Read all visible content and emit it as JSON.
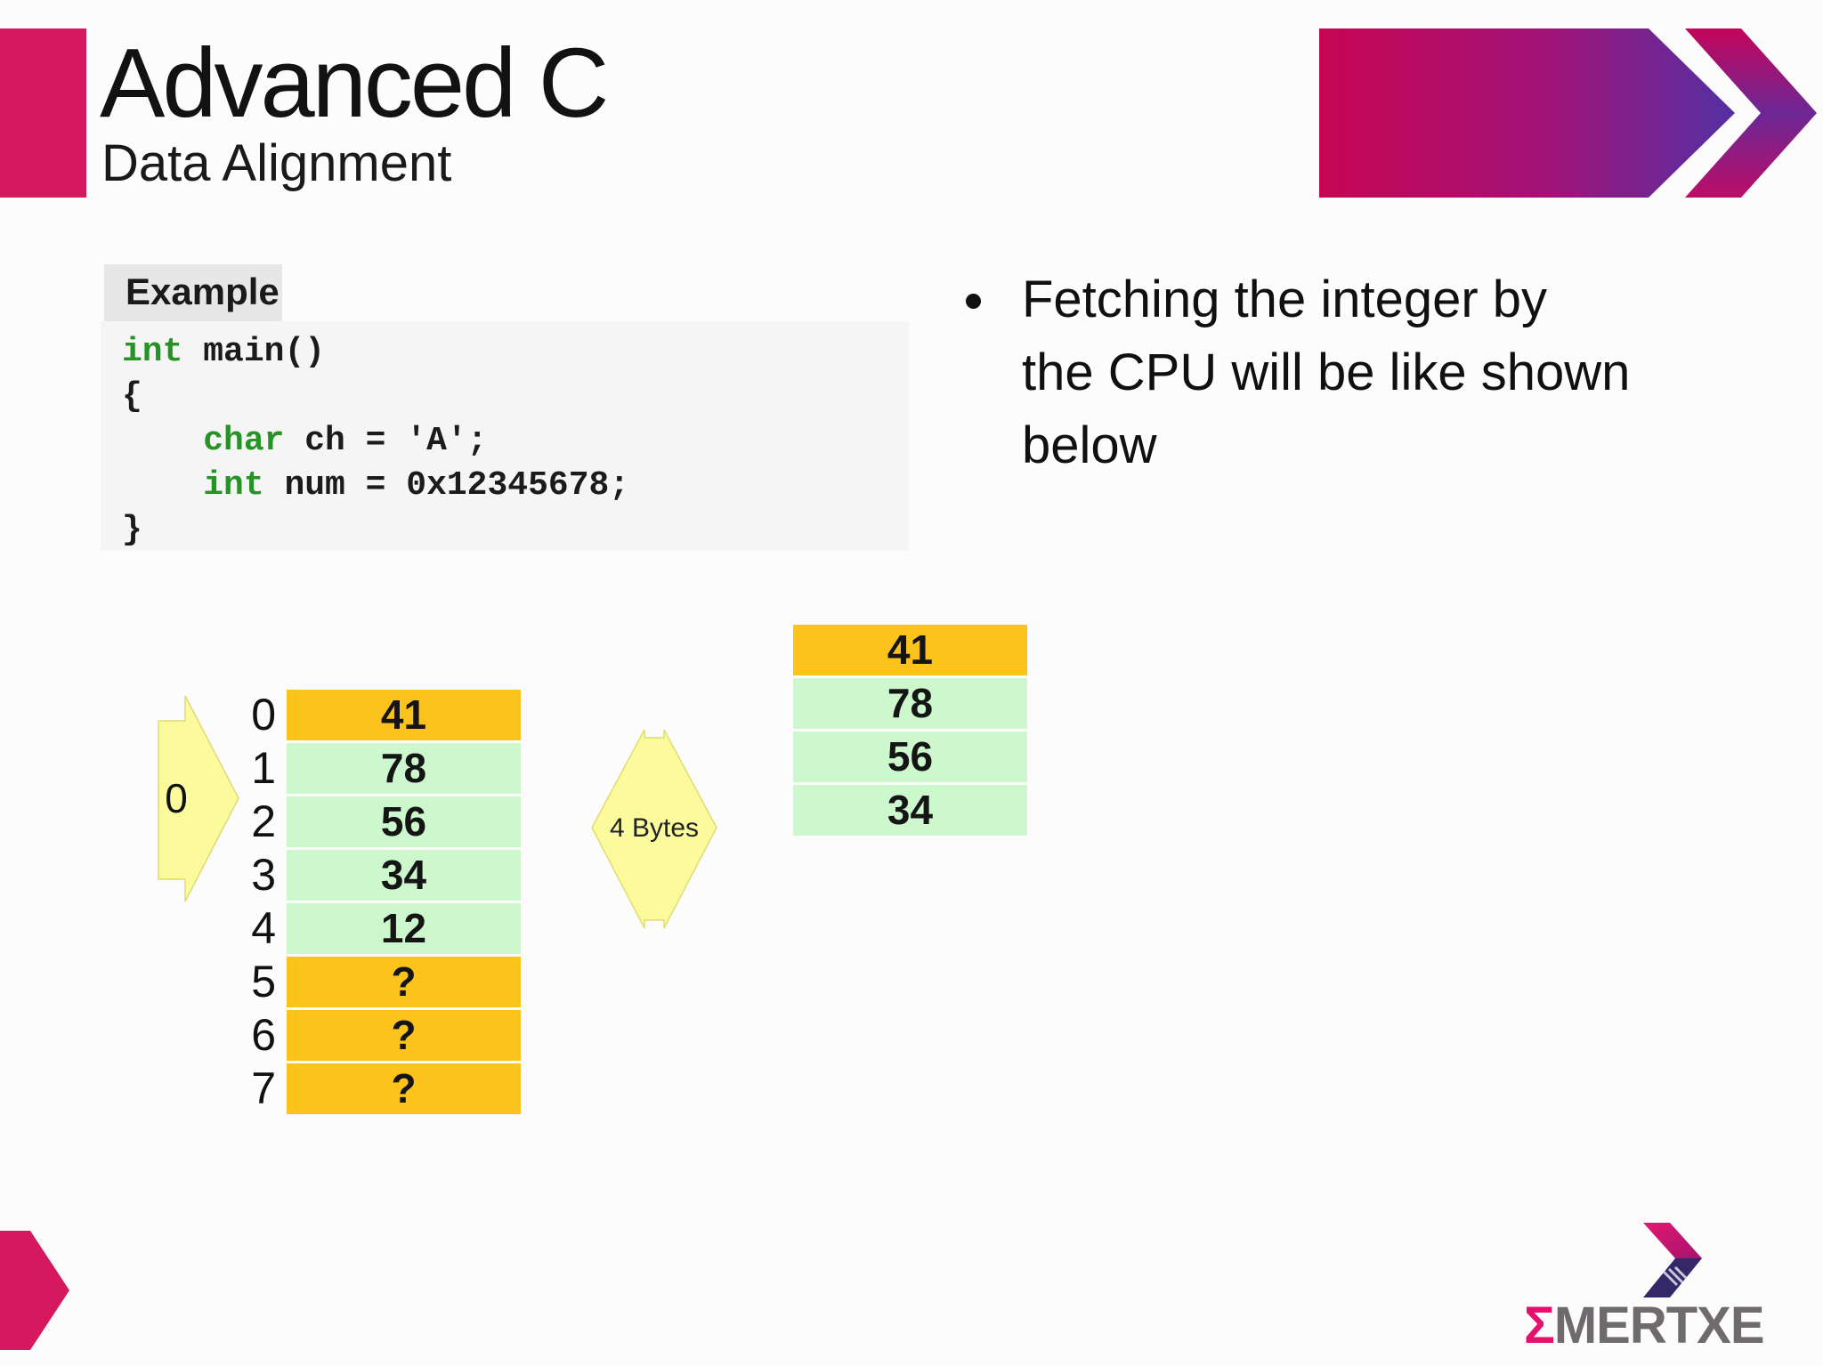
{
  "header": {
    "title": "Advanced C",
    "subtitle": "Data Alignment"
  },
  "example": {
    "label": "Example"
  },
  "code": {
    "lines": [
      [
        {
          "t": "kw",
          "v": "int"
        },
        {
          "t": "pl",
          "v": " main()"
        }
      ],
      [
        {
          "t": "pl",
          "v": "{"
        }
      ],
      [
        {
          "t": "pl",
          "v": "    "
        },
        {
          "t": "kw",
          "v": "char"
        },
        {
          "t": "pl",
          "v": " ch = 'A';"
        }
      ],
      [
        {
          "t": "pl",
          "v": "    "
        },
        {
          "t": "kw",
          "v": "int"
        },
        {
          "t": "pl",
          "v": " num = 0x12345678;"
        }
      ],
      [
        {
          "t": "pl",
          "v": "}"
        }
      ]
    ]
  },
  "bullet": {
    "lines": [
      "Fetching the integer by",
      "the CPU will be like shown",
      "below"
    ]
  },
  "memory_diagram": {
    "start_arrow_label": "0",
    "bytes_label": "4 Bytes",
    "byte_table": {
      "rows": [
        {
          "addr": "0",
          "value": "41",
          "cell": "gold"
        },
        {
          "addr": "1",
          "value": "78",
          "cell": "green"
        },
        {
          "addr": "2",
          "value": "56",
          "cell": "green"
        },
        {
          "addr": "3",
          "value": "34",
          "cell": "green"
        },
        {
          "addr": "4",
          "value": "12",
          "cell": "green"
        },
        {
          "addr": "5",
          "value": "?",
          "cell": "gold"
        },
        {
          "addr": "6",
          "value": "?",
          "cell": "gold"
        },
        {
          "addr": "7",
          "value": "?",
          "cell": "gold"
        }
      ]
    },
    "fetched_table": {
      "rows": [
        {
          "value": "41",
          "cell": "gold"
        },
        {
          "value": "78",
          "cell": "green"
        },
        {
          "value": "56",
          "cell": "green"
        },
        {
          "value": "34",
          "cell": "green"
        }
      ]
    }
  },
  "logo": {
    "sigma": "Σ",
    "name": "MERTXE"
  },
  "colors": {
    "accent_pink": "#D6195F",
    "gold": "#FCC31D",
    "light_green": "#CDF7CD",
    "pale_yellow": "#FBFB9E",
    "keyword_green": "#259425",
    "logo_navy": "#342868",
    "logo_gray": "#6F6A6E",
    "header_gradient_start": "#C70553",
    "header_gradient_end": "#5430A3"
  }
}
